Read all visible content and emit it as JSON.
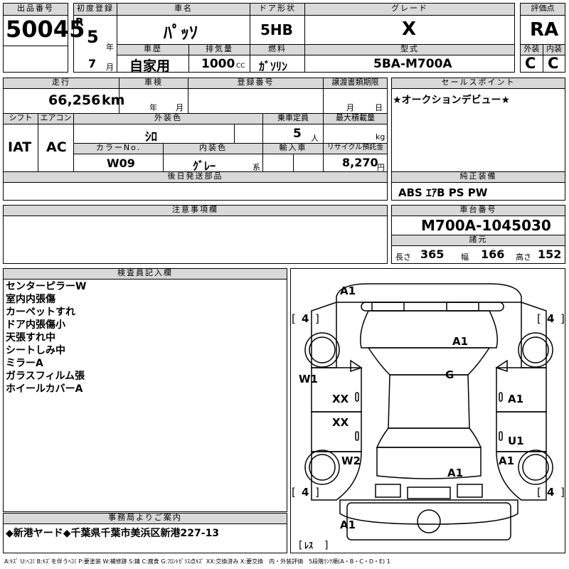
{
  "header": {
    "lot_label": "出品番号",
    "lot_no": "50045",
    "reg_label": "初度登録",
    "reg_era": "R",
    "reg_year": "5",
    "year_unit": "年",
    "reg_month": "7",
    "month_unit": "月",
    "name_label": "車名",
    "name": "ﾊﾟｯｿ",
    "history_label": "車歴",
    "history": "自家用",
    "displacement_label": "排気量",
    "displacement": "1000",
    "displacement_unit": "CC",
    "door_label": "ドア形状",
    "door": "5HB",
    "fuel_label": "燃料",
    "fuel": "ｶﾞｿﾘﾝ",
    "grade_label": "グレード",
    "grade": "X",
    "model_label": "型式",
    "model": "5BA-M700A",
    "score_label": "評価点",
    "score": "RA",
    "ext_label": "外装",
    "ext": "C",
    "int_label": "内装",
    "int": "C"
  },
  "middle": {
    "mileage_label": "走行",
    "mileage": "66,256",
    "mileage_unit": "km",
    "inspection_label": "車検",
    "year_unit": "年",
    "month_unit": "月",
    "regno_label": "登録番号",
    "transfer_label": "譲渡書類期限",
    "day_unit": "日",
    "shift_label": "シフト",
    "shift": "IAT",
    "ac_label": "エアコン",
    "ac": "AC",
    "color_label": "外装色",
    "color": "ｼﾛ",
    "seats_label": "乗車定員",
    "seats": "5",
    "seats_unit": "人",
    "load_label": "最大積載量",
    "load_unit": "kg",
    "color_no_label": "カラーNo.",
    "color_no": "W09",
    "interior_label": "内装色",
    "interior": "ｸﾞﾚｰ",
    "interior_unit": "系",
    "import_label": "輸入車",
    "recycle_label": "リサイクル預託金",
    "recycle": "8,270",
    "recycle_unit": "円",
    "later_label": "後日発送部品",
    "sales_label": "セールスポイント",
    "sales": "★オークションデビュー★",
    "equip_label": "純正装備",
    "equip": "ABS ｴｱB PS PW",
    "caution_label": "注意事項欄",
    "chassis_label": "車台番号",
    "chassis": "M700A-1045030",
    "dims_label": "諸元",
    "len_label": "長さ",
    "len": "365",
    "wid_label": "幅",
    "wid": "166",
    "hei_label": "高さ",
    "hei": "152"
  },
  "inspector": {
    "label": "検査員記入欄",
    "notes": [
      "センターピラーW",
      "室内内張傷",
      "カーペットすれ",
      "ドア内張傷小",
      "天張すれ中",
      "シートしみ中",
      "ミラーA",
      "ガラスフィルム張",
      "ホイールカバーA"
    ]
  },
  "office": {
    "label": "事務局よりご案内",
    "text": "◆新港ヤード◆千葉県千葉市美浜区新港227-13"
  },
  "diagram": {
    "marks": {
      "front_bumper": "A1",
      "hood": "A1",
      "roof": "G",
      "left_front_fender": "W1",
      "left_front_door": "XX",
      "left_rear_door": "XX",
      "left_rear_fender": "W2",
      "right_front_door": "A1",
      "right_rear_door": "U1",
      "right_rear_fender": "A1",
      "trunk": "A1",
      "rear_bumper": "A1"
    },
    "tires": {
      "fl": "4",
      "fr": "4",
      "rl": "4",
      "rr": "4"
    },
    "spare": "ﾚｽ"
  },
  "legend": "A:ｷｽﾞ U:ﾍｺﾐ B:ｷｽﾞを伴うﾍｺﾐ P:要塗装 W:補修跡 S:錆 C:腐食 G:ﾌﾛﾝﾄｶﾞﾗｽ点ｷｽﾞ XX:交換済み X:要交換　内・外装評価　5段階ﾗﾝｸ順(A・B・C・D・E) 1"
}
